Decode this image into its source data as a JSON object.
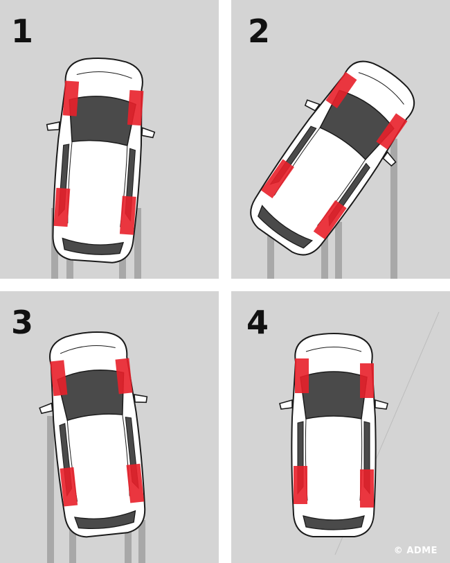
{
  "panels": [
    {
      "number": "1"
    },
    {
      "number": "2"
    },
    {
      "number": "3"
    },
    {
      "number": "4"
    }
  ],
  "watermark": "© ADME",
  "colors": {
    "background": "#d4d4d4",
    "divider": "#ffffff",
    "car_body": "#ffffff",
    "outline": "#1a1a1a",
    "windshield": "#4a4a4a",
    "wheel_highlight": "#e8202a",
    "tire_track": "#a8a8a8"
  }
}
